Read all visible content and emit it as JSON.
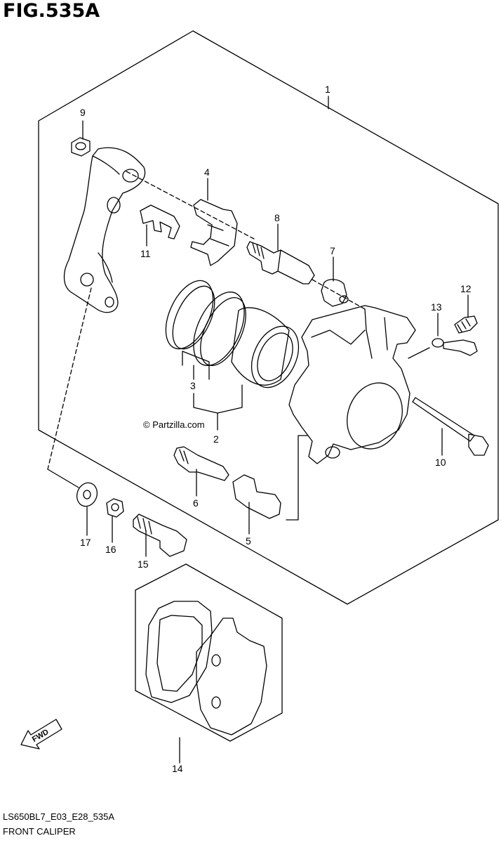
{
  "figure": {
    "title": "FIG.535A",
    "model_code": "LS650BL7_E03_E28_535A",
    "name": "FRONT CALIPER",
    "watermark": "© Partzilla.com",
    "direction_label": "FWD"
  },
  "callouts": [
    "1",
    "2",
    "3",
    "4",
    "5",
    "6",
    "7",
    "8",
    "9",
    "10",
    "11",
    "12",
    "13",
    "14",
    "15",
    "16",
    "17"
  ]
}
